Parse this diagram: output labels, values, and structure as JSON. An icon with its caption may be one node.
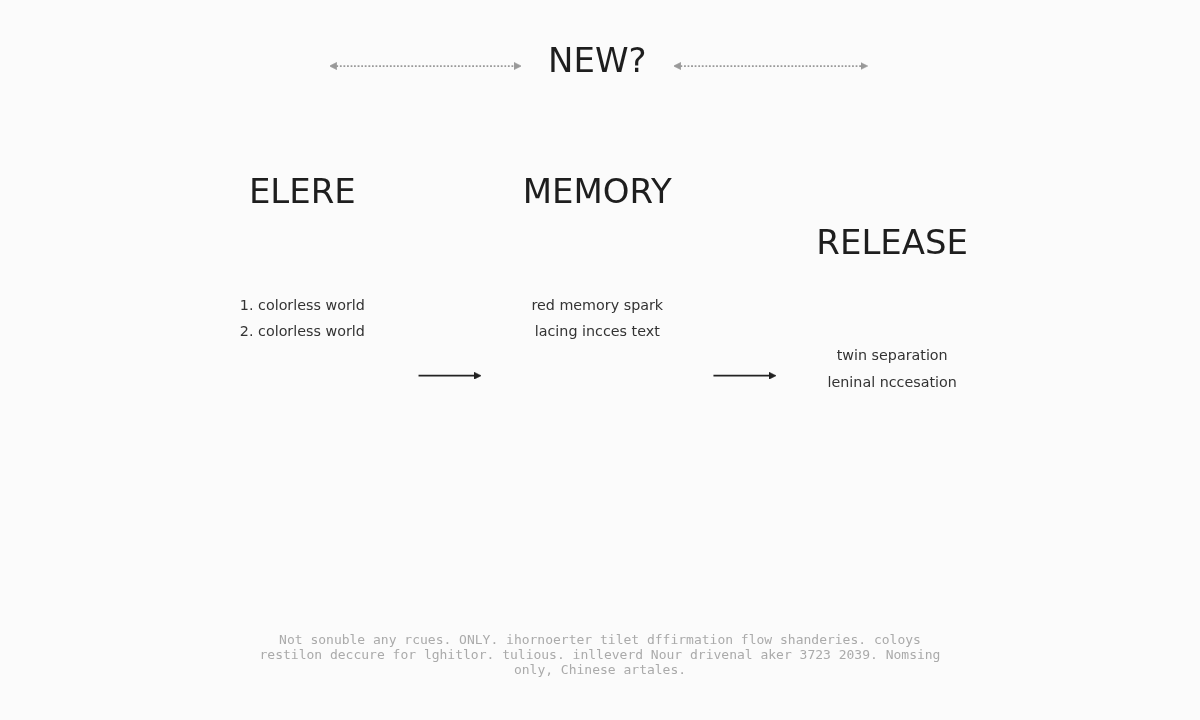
{
  "diagram": {
    "caption": "Not sonuble any rcues. ONLY. ihornoerter tilet dffirmation flow shanderies. coloys restilon deccure for lghitlor. tulious. inlleverd Nour drivenal aker 3723 2039. Nomsing only, Chinese artales.",
    "nodes": [
      {
        "text": [
          "NEW?"
        ]
      },
      {
        "text": [
          "ELERE"
        ],
        "beside": [
          "1. colorless world",
          "2. colorless world"
        ]
      },
      {
        "text": [
          "MEMORY"
        ],
        "beside": [
          "red memory spark",
          "lacing incces text"
        ]
      },
      {
        "text": [
          "RELEASE"
        ],
        "beside": [
          "twin separation",
          "leninal nccesation"
        ]
      }
    ],
    "edges": [
      {
        "from": null,
        "to": 0,
        "arrow": "both",
        "style": "dashed",
        "color": "#999999"
      },
      {
        "from": 0,
        "to": null,
        "arrow": "both",
        "style": "dashed",
        "color": "#999999"
      },
      {
        "from": 1,
        "to": 2,
        "arrow": "to",
        "color": "#222222"
      },
      {
        "from": 2,
        "to": 3,
        "arrow": "to",
        "color": "#222222"
      }
    ]
  }
}
